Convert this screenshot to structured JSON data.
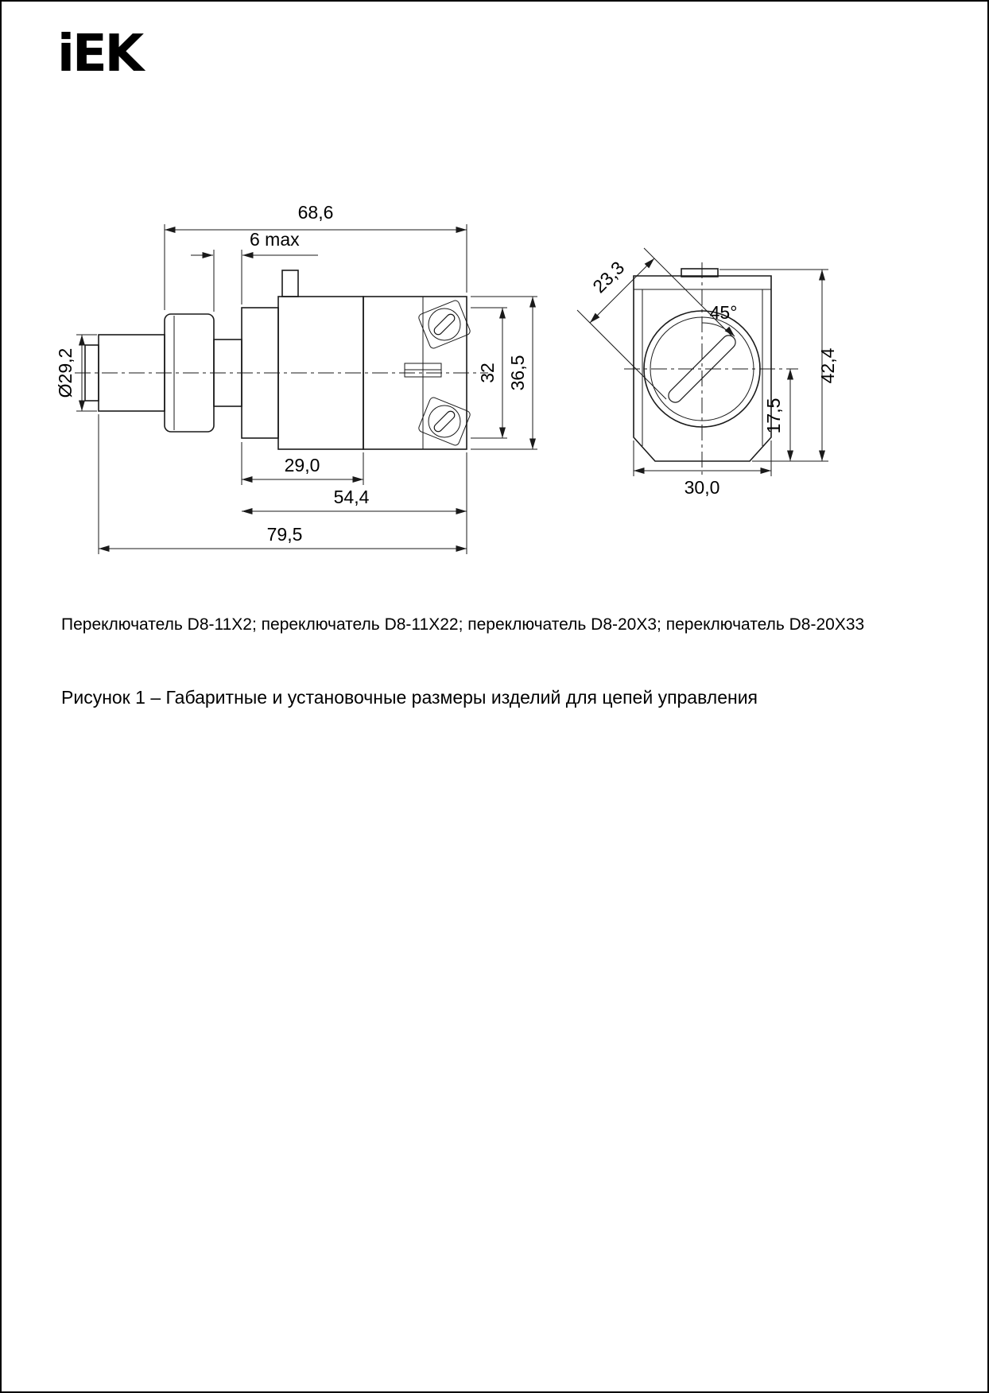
{
  "page": {
    "logo_text": "iEK",
    "products_caption": "Переключатель D8-11X2; переключатель D8-11X22; переключатель D8-20X3; переключатель D8-20X33",
    "figure_caption": "Рисунок 1 – Габаритные и установочные размеры изделий для цепей управления"
  },
  "side_view": {
    "dim_total_width_top": "68,6",
    "dim_panel_thickness": "6 max",
    "dim_knob_diameter": "Ø29,2",
    "dim_block_height_inner": "32",
    "dim_block_height_outer": "36,5",
    "dim_thread_to_body": "29,0",
    "dim_panel_to_rear": "54,4",
    "dim_total_length": "79,5"
  },
  "front_view": {
    "dim_handle_length": "23,3",
    "dim_handle_angle": "45°",
    "dim_body_height": "42,4",
    "dim_center_to_bottom": "17,5",
    "dim_body_width": "30,0"
  }
}
